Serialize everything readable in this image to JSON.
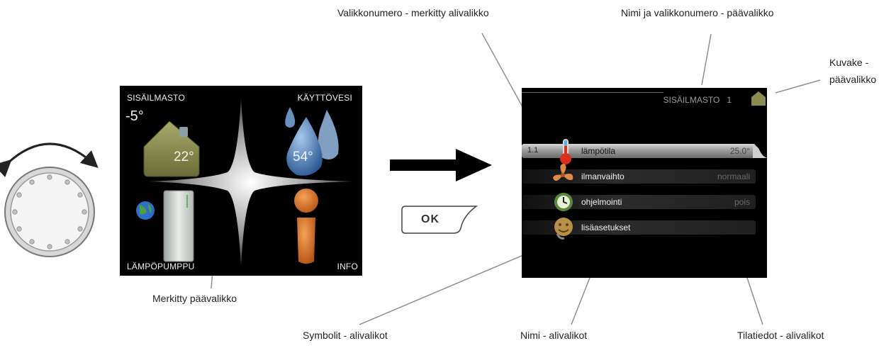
{
  "callouts": {
    "top_left": "Valikkonumero - merkitty alivalikko",
    "top_right": "Nimi ja valikkonumero - päävalikko",
    "icon_line1": "Kuvake -",
    "icon_line2": "päävalikko",
    "main_selected": "Merkitty päävalikko",
    "symbols": "Symbolit - alivalikot",
    "name": "Nimi - alivalikot",
    "status": "Tilatiedot - alivalikot"
  },
  "main_menu": {
    "top_left_label": "SISÄILMASTO",
    "top_right_label": "KÄYTTÖVESI",
    "bottom_left_label": "LÄMPÖPUMPPU",
    "bottom_right_label": "INFO",
    "outdoor_temp": "-5°",
    "indoor_temp": "22°",
    "water_temp": "54°"
  },
  "ok_button": {
    "label": "OK"
  },
  "sub_menu": {
    "title": "SISÄILMASTO",
    "number": "1",
    "items": [
      {
        "number": "1.1",
        "label": "lämpötila",
        "status": "25.0°",
        "icon": "thermometer-icon",
        "selected": true
      },
      {
        "number": "",
        "label": "ilmanvaihto",
        "status": "normaali",
        "icon": "fan-icon",
        "selected": false
      },
      {
        "number": "",
        "label": "ohjelmointi",
        "status": "pois",
        "icon": "clock-icon",
        "selected": false
      },
      {
        "number": "",
        "label": "lisäasetukset",
        "status": "",
        "icon": "settings-face-icon",
        "selected": false
      }
    ]
  },
  "colors": {
    "house": "#8a8c50",
    "drop": "#4f7fb8",
    "info": "#e07a2c",
    "fan": "#e08a4a",
    "clock": "#5a8a3a"
  }
}
